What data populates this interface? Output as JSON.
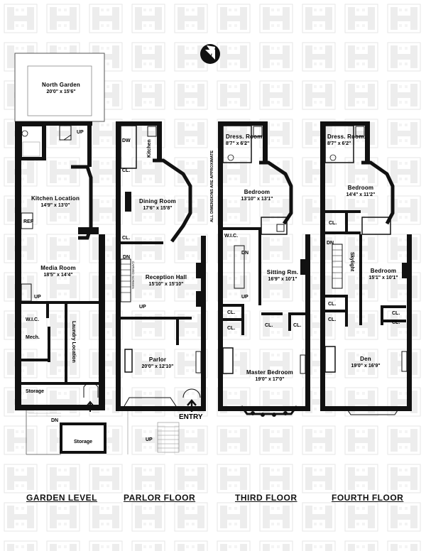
{
  "compass": {
    "letter": "N"
  },
  "note": "ALL DIMENSIONS ARE APPROXIMATE",
  "rooms": {
    "north_garden": {
      "name": "North Garden",
      "dim": "20'0\" x 15'6\""
    },
    "kitchen_location": {
      "name": "Kitchen Location",
      "dim": "14'9\" x 13'0\""
    },
    "media_room": {
      "name": "Media Room",
      "dim": "18'5\" x 14'4\""
    },
    "dining_room": {
      "name": "Dining Room",
      "dim": "17'6\" x 15'8\""
    },
    "reception_hall": {
      "name": "Reception Hall",
      "dim": "15'10\" x 15'10\""
    },
    "parlor": {
      "name": "Parlor",
      "dim": "20'0\" x 12'10\""
    },
    "bedroom_3": {
      "name": "Bedroom",
      "dim": "13'10\" x 13'1\""
    },
    "dress_room_3": {
      "name": "Dress. Room.",
      "dim": "8'7\" x 6'2\""
    },
    "sitting_rm": {
      "name": "Sitting Rm.",
      "dim": "16'9\" x 10'1\""
    },
    "master_bedroom": {
      "name": "Master Bedroom",
      "dim": "19'0\" x 17'0\""
    },
    "dress_room_4": {
      "name": "Dress. Room.",
      "dim": "8'7\" x 6'2\""
    },
    "bedroom_4a": {
      "name": "Bedroom",
      "dim": "14'4\" x 11'2\""
    },
    "bedroom_4b": {
      "name": "Bedroom",
      "dim": "15'1\" x 10'1\""
    },
    "den": {
      "name": "Den",
      "dim": "19'0\" x 16'9\""
    }
  },
  "small_labels": {
    "up": "UP",
    "dn": "DN",
    "ref": "REF",
    "wic": "W.I.C.",
    "mech": "Mech.",
    "laundry": "Laundry Location",
    "storage": "Storage",
    "kitchen": "Kitchen",
    "dw": "DW",
    "cl": "CL.",
    "skylight": "Skylight",
    "entry": "ENTRY",
    "carved_screen": "CARVED SCREEN"
  },
  "floor_labels": [
    "GARDEN LEVEL",
    "PARLOR FLOOR",
    "THIRD FLOOR",
    "FOURTH FLOOR"
  ]
}
